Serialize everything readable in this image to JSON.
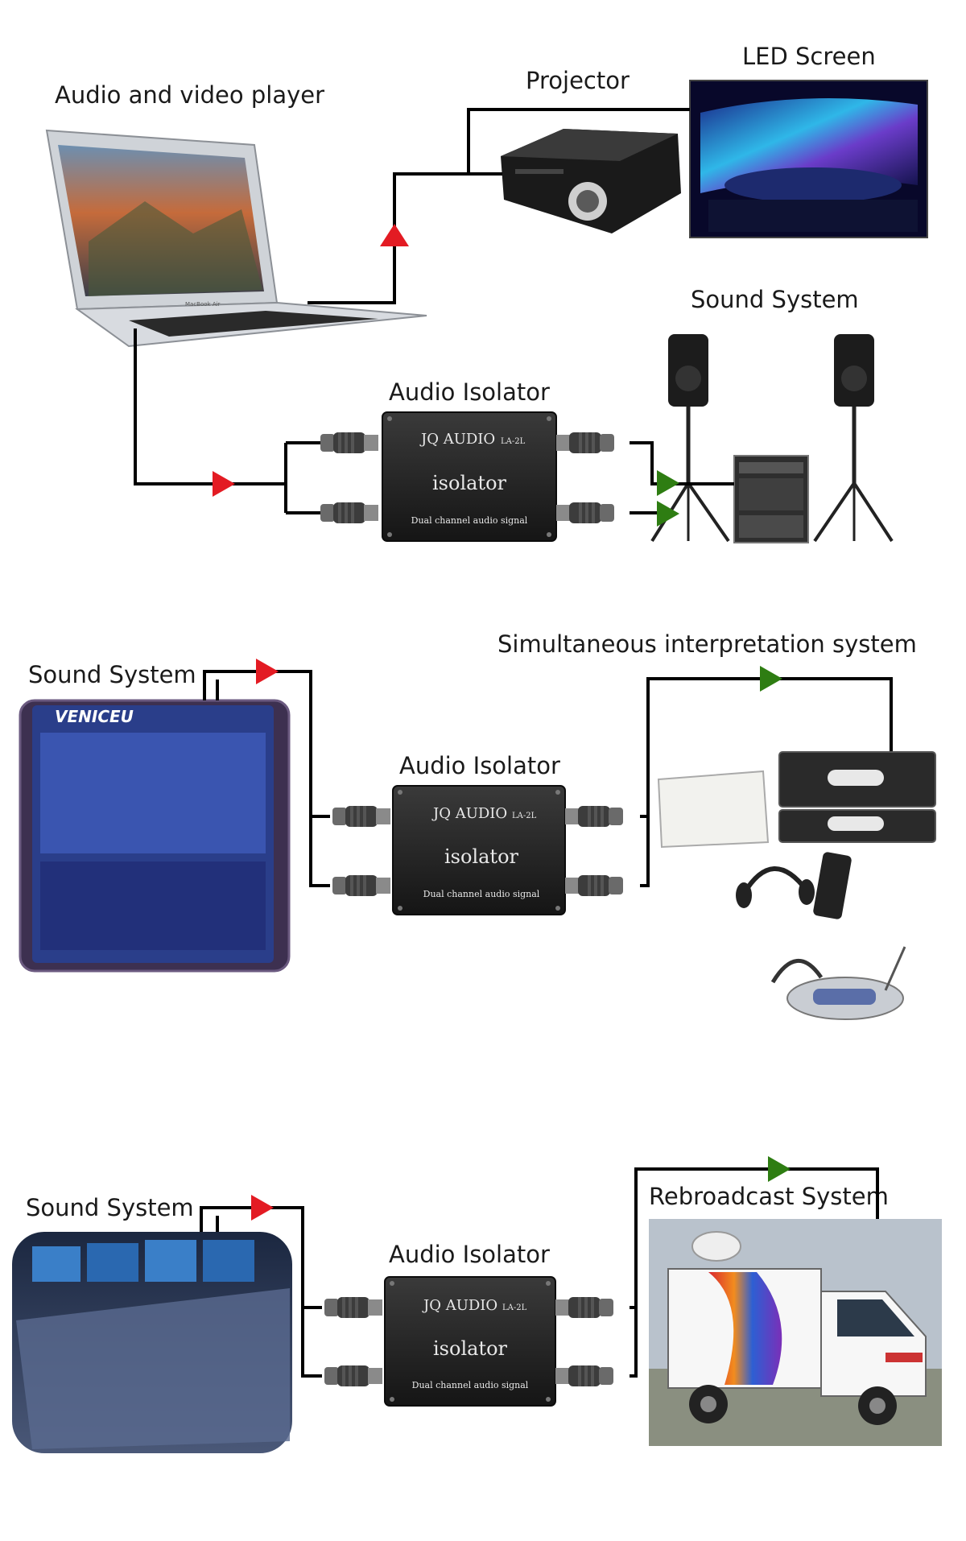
{
  "labels": {
    "laptop": "Audio and video player",
    "projector": "Projector",
    "led_screen": "LED Screen",
    "sound_system_speakers": "Sound System",
    "isolator_1": "Audio Isolator",
    "sound_system_mixer": "Sound System",
    "interpretation": "Simultaneous interpretation system",
    "isolator_2": "Audio Isolator",
    "sound_system_console": "Sound System",
    "isolator_3": "Audio Isolator",
    "rebroadcast": "Rebroadcast System"
  },
  "isolator": {
    "brand": "JQ AUDIO",
    "model": "LA-2L",
    "name": "isolator",
    "subtitle": "Dual channel audio signal"
  },
  "mixer_brand": "VENICEU",
  "laptop_brand": "MacBook Air",
  "colors": {
    "arrow_red": "#e31b23",
    "arrow_green": "#2e7d12",
    "wire": "#000000"
  }
}
